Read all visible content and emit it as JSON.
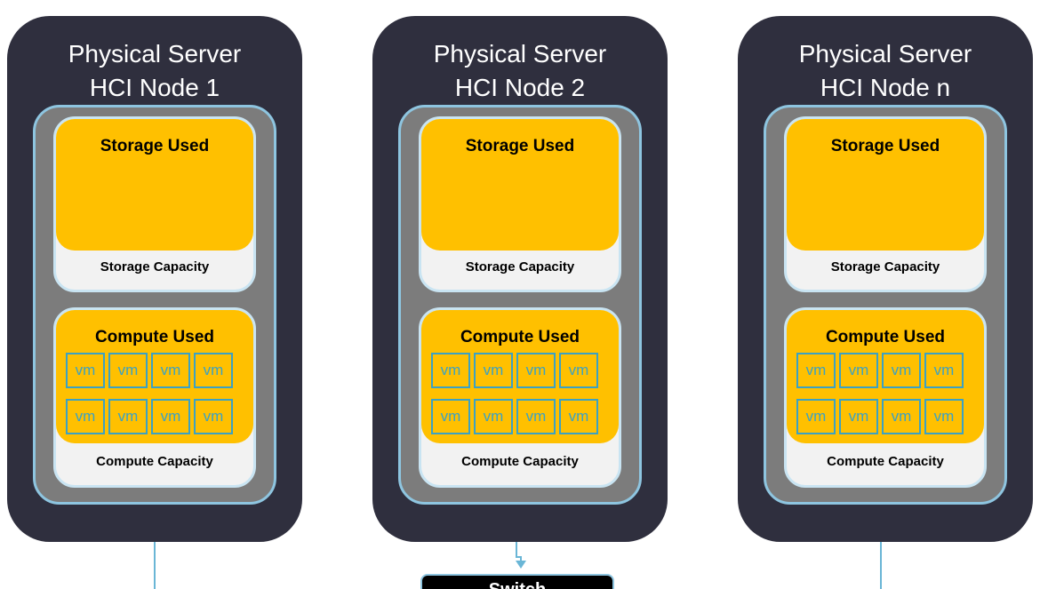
{
  "servers": [
    {
      "title_line1": "Physical Server",
      "title_line2": "HCI Node 1",
      "storage_used": "Storage Used",
      "storage_capacity": "Storage Capacity",
      "compute_used": "Compute Used",
      "compute_capacity": "Compute Capacity",
      "vms": [
        "vm",
        "vm",
        "vm",
        "vm",
        "vm",
        "vm",
        "vm",
        "vm"
      ]
    },
    {
      "title_line1": "Physical Server",
      "title_line2": "HCI Node 2",
      "storage_used": "Storage Used",
      "storage_capacity": "Storage Capacity",
      "compute_used": "Compute Used",
      "compute_capacity": "Compute Capacity",
      "vms": [
        "vm",
        "vm",
        "vm",
        "vm",
        "vm",
        "vm",
        "vm",
        "vm"
      ]
    },
    {
      "title_line1": "Physical Server",
      "title_line2": "HCI Node n",
      "storage_used": "Storage Used",
      "storage_capacity": "Storage Capacity",
      "compute_used": "Compute Used",
      "compute_capacity": "Compute Capacity",
      "vms": [
        "vm",
        "vm",
        "vm",
        "vm",
        "vm",
        "vm",
        "vm",
        "vm"
      ]
    }
  ],
  "switch_label": "Switch",
  "colors": {
    "server_bg": "#2f2f3e",
    "inner_bg": "#7c7c7c",
    "used_fill": "#ffc000",
    "capacity_bg": "#f2f2f2",
    "accent_border": "#8ec5e0",
    "vm_color": "#3ba1c4"
  }
}
